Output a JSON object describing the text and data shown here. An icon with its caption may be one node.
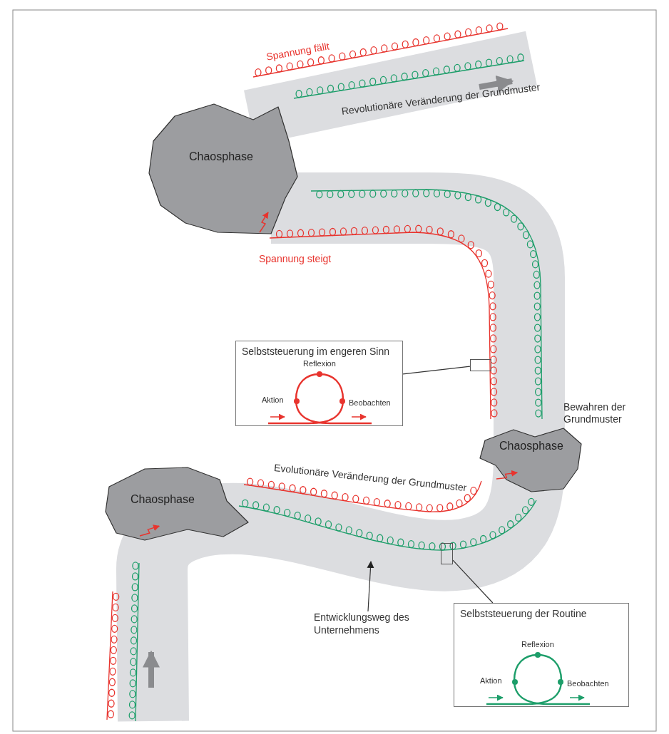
{
  "diagram": {
    "nodes": [
      {
        "text": [
          "Chaosphase"
        ]
      },
      {
        "text": [
          "Chaosphase"
        ]
      },
      {
        "text": [
          "Chaosphase"
        ]
      },
      {
        "text": [
          "Selbststeuerung im engeren Sinn"
        ]
      },
      {
        "text": [],
        "shape": "box"
      },
      {
        "text": [
          "Selbststeuerung der Routine"
        ]
      },
      {
        "text": [],
        "shape": "box"
      },
      {
        "text": [
          "Entwicklungsweg des Unternehmens"
        ]
      }
    ],
    "edges": [
      {
        "from": 3,
        "to": 4,
        "arrow": "none"
      },
      {
        "from": 5,
        "to": 6,
        "arrow": "none"
      },
      {
        "from": 7,
        "to": null,
        "arrow": "to"
      }
    ],
    "labels": [
      "Spannung fällt",
      "Revolutionäre Veränderung der Grundmuster",
      "Spannung steigt",
      "Reflexion",
      "Aktion",
      "Beobachten",
      "Bewahren der Grundmuster",
      "Evolutionäre Veränderung der Grundmuster",
      "Reflexion",
      "Aktion",
      "Beobachten"
    ]
  }
}
